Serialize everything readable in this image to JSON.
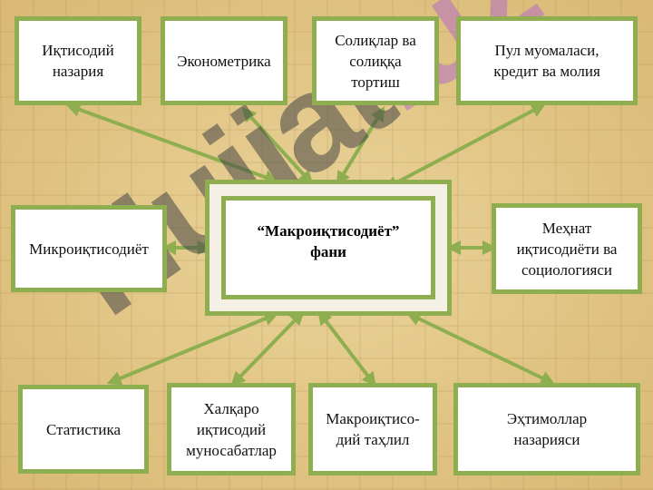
{
  "diagram": {
    "center": {
      "label": "“Макроиқтисодиёт”\nфани"
    },
    "nodes": {
      "top_1": "Иқтисодий\nназария",
      "top_2": "Эконометрика",
      "top_3": "Солиқлар ва\nсолиққа\nтортиш",
      "top_4": "Пул муомаласи,\nкредит ва молия",
      "left": "Микроиқтисодиёт",
      "right": "Меҳнат\nиқтисодиёти ва\nсоциологияси",
      "bottom_1": "Статистика",
      "bottom_2": "Халқаро\nиқтисодий\nмуносабатлар",
      "bottom_3": "Макроиқтисо-\nдий таҳлил",
      "bottom_4": "Эҳтимоллар\nназарияси"
    }
  },
  "watermark": {
    "main": "Hujjat",
    "accent": ".uz"
  },
  "colors": {
    "border": "#8eae50",
    "background": "#e2c688"
  }
}
